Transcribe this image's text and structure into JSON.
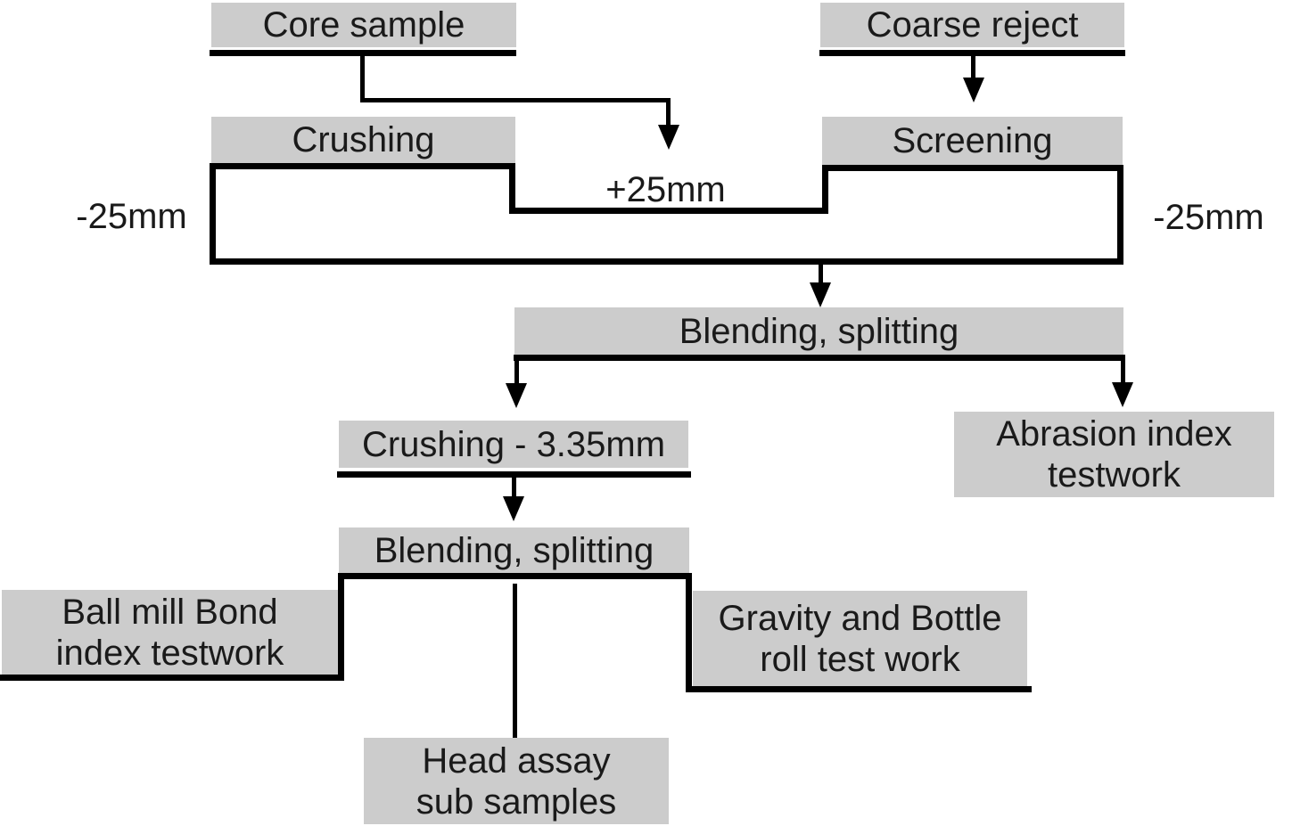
{
  "nodes": {
    "core_sample": "Core sample",
    "coarse_reject": "Coarse reject",
    "crushing": "Crushing",
    "screening": "Screening",
    "blending_splitting_1": "Blending, splitting",
    "crushing_335": "Crushing - 3.35mm",
    "abrasion": {
      "line1": "Abrasion index",
      "line2": "testwork"
    },
    "blending_splitting_2": "Blending, splitting",
    "ball_mill": {
      "line1": "Ball mill Bond",
      "line2": "index testwork"
    },
    "gravity": {
      "line1": "Gravity and Bottle",
      "line2": "roll test work"
    },
    "head_assay": {
      "line1": "Head assay",
      "line2": "sub samples"
    }
  },
  "stream_labels": {
    "left_minus_25mm": "-25mm",
    "plus_25mm": "+25mm",
    "right_minus_25mm": "-25mm"
  },
  "colors": {
    "node_fill": "#cccccc",
    "line": "#000000",
    "text": "#1a1a1a",
    "background": "#ffffff"
  }
}
